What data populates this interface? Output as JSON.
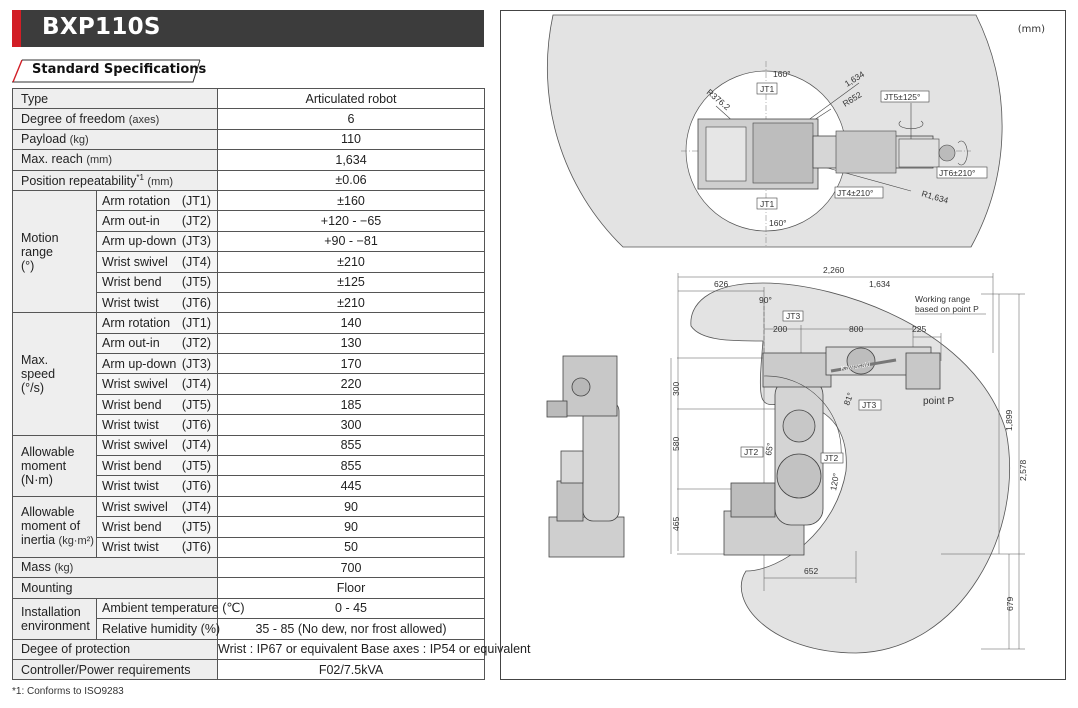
{
  "title": "BXP110S",
  "section_heading": "Standard Specifications",
  "rows": {
    "type": {
      "label": "Type",
      "value": "Articulated robot"
    },
    "dof": {
      "label": "Degree of freedom",
      "unit": "(axes)",
      "value": "6"
    },
    "payload": {
      "label": "Payload",
      "unit": "(kg)",
      "value": "110"
    },
    "reach": {
      "label": "Max. reach",
      "unit": "(mm)",
      "value": "1,634"
    },
    "repeat": {
      "label": "Position repeatability",
      "sup": "*1",
      "unit": "(mm)",
      "value": "±0.06"
    },
    "mass": {
      "label": "Mass",
      "unit": "(kg)",
      "value": "700"
    },
    "mounting": {
      "label": "Mounting",
      "value": "Floor"
    },
    "protection": {
      "label": "Degee of protection",
      "value": "Wrist : IP67 or equivalent   Base axes : IP54 or equivalent"
    },
    "controller": {
      "label": "Controller/Power requirements",
      "value": "F02/7.5kVA"
    }
  },
  "motion_range": {
    "label_line1": "Motion",
    "label_line2": "range",
    "label_line3": "(°)",
    "items": [
      {
        "name": "Arm rotation",
        "jt": "(JT1)",
        "value": "±160"
      },
      {
        "name": "Arm out-in",
        "jt": "(JT2)",
        "value": "+120 - −65"
      },
      {
        "name": "Arm up-down",
        "jt": "(JT3)",
        "value": "+90 - −81"
      },
      {
        "name": "Wrist swivel",
        "jt": "(JT4)",
        "value": "±210"
      },
      {
        "name": "Wrist bend",
        "jt": "(JT5)",
        "value": "±125"
      },
      {
        "name": "Wrist twist",
        "jt": "(JT6)",
        "value": "±210"
      }
    ]
  },
  "max_speed": {
    "label_line1": "Max.",
    "label_line2": "speed",
    "label_line3": "(°/s)",
    "items": [
      {
        "name": "Arm rotation",
        "jt": "(JT1)",
        "value": "140"
      },
      {
        "name": "Arm out-in",
        "jt": "(JT2)",
        "value": "130"
      },
      {
        "name": "Arm up-down",
        "jt": "(JT3)",
        "value": "170"
      },
      {
        "name": "Wrist swivel",
        "jt": "(JT4)",
        "value": "220"
      },
      {
        "name": "Wrist bend",
        "jt": "(JT5)",
        "value": "185"
      },
      {
        "name": "Wrist twist",
        "jt": "(JT6)",
        "value": "300"
      }
    ]
  },
  "allowable_moment": {
    "label_line1": "Allowable",
    "label_line2": "moment",
    "label_line3": "(N·m)",
    "items": [
      {
        "name": "Wrist swivel",
        "jt": "(JT4)",
        "value": "855"
      },
      {
        "name": "Wrist bend",
        "jt": "(JT5)",
        "value": "855"
      },
      {
        "name": "Wrist twist",
        "jt": "(JT6)",
        "value": "445"
      }
    ]
  },
  "allowable_inertia": {
    "label_line1": "Allowable",
    "label_line2": "moment of",
    "label_line3": "inertia",
    "unit": "(kg·m²)",
    "items": [
      {
        "name": "Wrist swivel",
        "jt": "(JT4)",
        "value": "90"
      },
      {
        "name": "Wrist bend",
        "jt": "(JT5)",
        "value": "90"
      },
      {
        "name": "Wrist twist",
        "jt": "(JT6)",
        "value": "50"
      }
    ]
  },
  "installation": {
    "label_line1": "Installation",
    "label_line2": "environment",
    "items": [
      {
        "name": "Ambient temperature (℃)",
        "value": "0 - 45"
      },
      {
        "name": "Relative humidity (%)",
        "value": "35 - 85 (No dew, nor frost allowed)"
      }
    ]
  },
  "footnote": "*1: Conforms to ISO9283",
  "drawing": {
    "unit_note": "(mm)",
    "top_view": {
      "angle_top": "160°",
      "angle_bottom": "160°",
      "r_big": "1,634",
      "r_small": "R652",
      "r_back": "R376.2",
      "r_lower": "R1,634",
      "jt1_top": "JT1",
      "jt1_bottom": "JT1",
      "jt5": "JT5±125°",
      "jt6": "JT6±210°",
      "jt4": "JT4±210°"
    },
    "side_view": {
      "dim_total": "2,260",
      "dim_back": "626",
      "dim_reach": "1,634",
      "dim_200": "200",
      "dim_800": "800",
      "dim_225": "225",
      "angle_90": "90°",
      "jt3_top": "JT3",
      "jt3_side": "JT3",
      "jt2_left": "JT2",
      "jt2_right": "JT2",
      "angle_81": "81°",
      "angle_65": "65°",
      "angle_120": "120°",
      "working_range_1": "Working range",
      "working_range_2": "based on point P",
      "point_p": "point P",
      "dim_300": "300",
      "dim_580": "580",
      "dim_465": "465",
      "dim_652": "652",
      "dim_1899": "1,899",
      "dim_2578": "2,578",
      "dim_679": "679",
      "logo_text": "Kawasaki"
    }
  }
}
